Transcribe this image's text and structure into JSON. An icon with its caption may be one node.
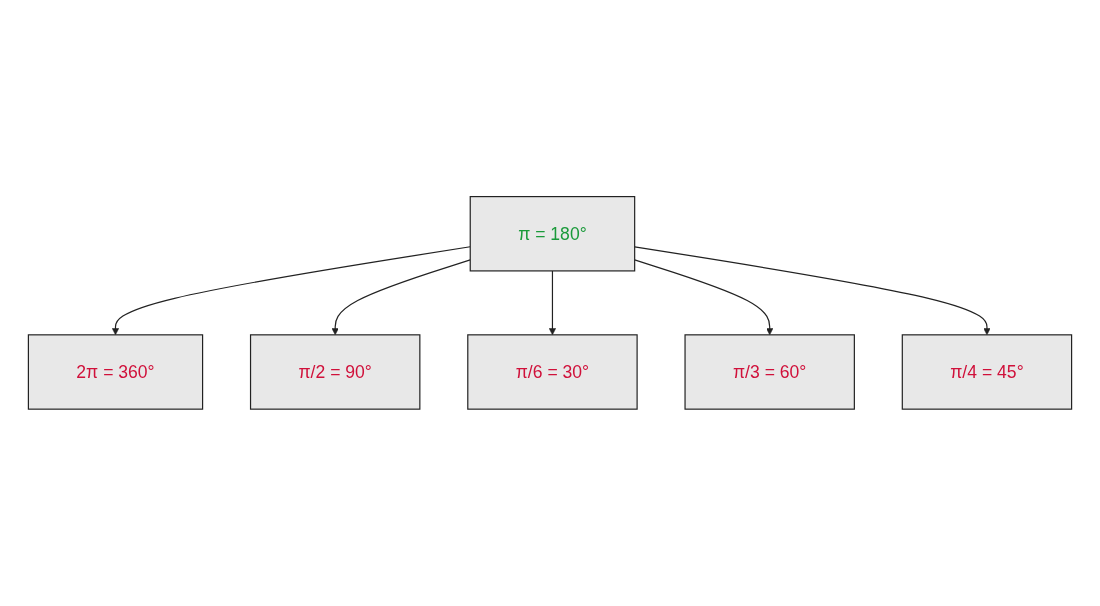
{
  "diagram": {
    "nodes": [
      {
        "text": [
          "2π = 360°"
        ]
      },
      {
        "text": [
          "π/2 = 90°"
        ]
      },
      {
        "text": [
          "π = 180°"
        ]
      },
      {
        "text": [
          "π/6 = 30°"
        ]
      },
      {
        "text": [
          "π/3 = 60°"
        ]
      },
      {
        "text": [
          "π/4 = 45°"
        ]
      }
    ],
    "edges": [
      {
        "from": 2,
        "to": 0,
        "arrow": "to"
      },
      {
        "from": 2,
        "to": 1,
        "arrow": "to"
      },
      {
        "from": 2,
        "to": 3,
        "arrow": "to"
      },
      {
        "from": 2,
        "to": 4,
        "arrow": "to"
      },
      {
        "from": 2,
        "to": 5,
        "arrow": "to"
      }
    ]
  }
}
